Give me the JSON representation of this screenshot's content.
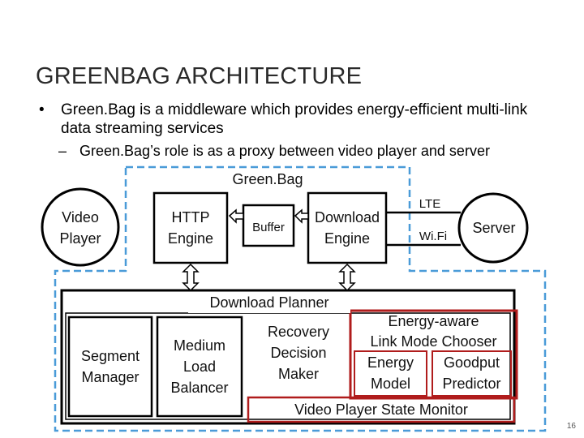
{
  "slide": {
    "title": "GREENBAG ARCHITECTURE",
    "bullet_1": "Green.Bag is a middleware which provides energy-efficient multi-link data streaming services",
    "bullet_2": "Green.Bag’s role is as a proxy between video player and server",
    "page_number": "16"
  },
  "diagram": {
    "greenbag_label": "Green.Bag",
    "video_player": [
      "Video",
      "Player"
    ],
    "http_engine": [
      "HTTP",
      "Engine"
    ],
    "buffer": "Buffer",
    "download_engine": [
      "Download",
      "Engine"
    ],
    "lte": "LTE",
    "wifi": "Wi.Fi",
    "server": "Server",
    "download_planner": "Download Planner",
    "segment_manager": [
      "Segment",
      "Manager"
    ],
    "medium_load_balancer": [
      "Medium",
      "Load",
      "Balancer"
    ],
    "recovery_decision_maker": [
      "Recovery",
      "Decision",
      "Maker"
    ],
    "energy_aware_link_mode_chooser": [
      "Energy-aware",
      "Link Mode Chooser"
    ],
    "energy_model": [
      "Energy",
      "Model"
    ],
    "goodput_predictor": [
      "Goodput",
      "Predictor"
    ],
    "video_player_state_monitor": "Video Player State Monitor"
  },
  "colors": {
    "dashed_border": "#4a9bd8",
    "highlight_border": "#b01c1c",
    "box_border": "#000000"
  }
}
